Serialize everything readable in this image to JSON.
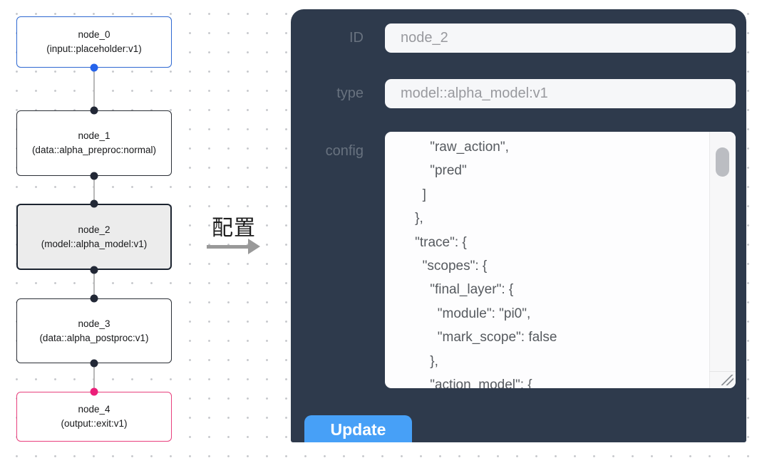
{
  "flowchart": {
    "nodes": [
      {
        "id": "node_0",
        "line1": "node_0",
        "line2": "(input::placeholder:v1)",
        "variant": "input",
        "border_color": "#2e68d1"
      },
      {
        "id": "node_1",
        "line1": "node_1",
        "line2": "(data::alpha_preproc:normal)",
        "variant": "default",
        "border_color": "#2b2f36"
      },
      {
        "id": "node_2",
        "line1": "node_2",
        "line2": "(model::alpha_model:v1)",
        "variant": "selected",
        "border_color": "#1c2430",
        "background": "#ececec"
      },
      {
        "id": "node_3",
        "line1": "node_3",
        "line2": "(data::alpha_postproc:v1)",
        "variant": "default",
        "border_color": "#2b2f36"
      },
      {
        "id": "node_4",
        "line1": "node_4",
        "line2": "(output::exit:v1)",
        "variant": "output",
        "border_color": "#e8407d"
      }
    ],
    "port_colors": {
      "input": "#2563eb",
      "default": "#222836",
      "output": "#ec1e79"
    }
  },
  "arrow": {
    "label": "配置",
    "color": "#999999"
  },
  "panel": {
    "background": "#2e3a4c",
    "fields": [
      {
        "label": "ID",
        "value": "node_2"
      },
      {
        "label": "type",
        "value": "model::alpha_model:v1"
      }
    ],
    "config": {
      "label": "config",
      "text": "        \"raw_action\",\n        \"pred\"\n      ]\n    },\n    \"trace\": {\n      \"scopes\": {\n        \"final_layer\": {\n          \"module\": \"pi0\",\n          \"mark_scope\": false\n        },\n        \"action_model\": {"
    },
    "update_label": "Update",
    "update_color": "#47a0f7"
  }
}
